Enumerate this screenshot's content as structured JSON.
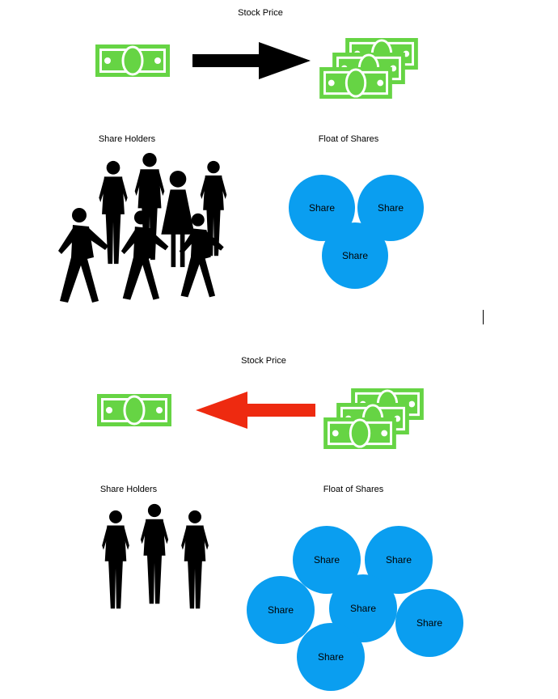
{
  "colors": {
    "money_green": "#66d444",
    "share_blue": "#0a9ef0",
    "arrow_up": "#000000",
    "arrow_down": "#ee2a10",
    "silhouette": "#000000"
  },
  "panels": [
    {
      "stock_price_label": "Stock Price",
      "arrow_direction": "right",
      "arrow_color_name": "black",
      "shareholders_label": "Share Holders",
      "float_label": "Float of Shares",
      "shareholder_count": 7,
      "share_labels": [
        "Share",
        "Share",
        "Share"
      ]
    },
    {
      "stock_price_label": "Stock Price",
      "arrow_direction": "left",
      "arrow_color_name": "red",
      "shareholders_label": "Share Holders",
      "float_label": "Float of Shares",
      "shareholder_count": 3,
      "share_labels": [
        "Share",
        "Share",
        "Share",
        "Share",
        "Share",
        "Share"
      ]
    }
  ]
}
